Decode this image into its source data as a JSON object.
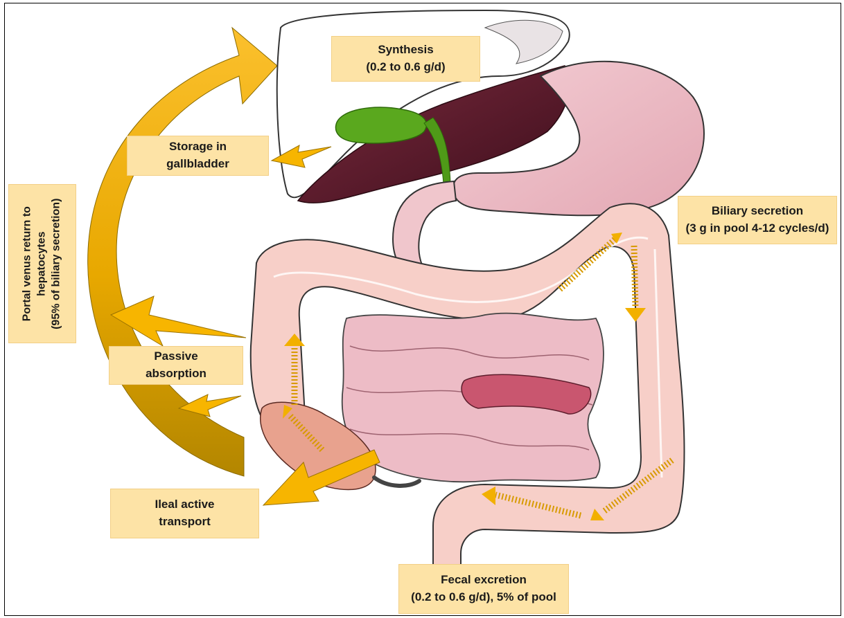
{
  "labels": {
    "synthesis": [
      "Synthesis",
      "(0.2 to 0.6 g/d)"
    ],
    "storage": [
      "Storage in",
      "gallbladder"
    ],
    "biliary": [
      "Biliary secretion",
      "(3 g in pool 4-12 cycles/d)"
    ],
    "portal": [
      "Portal venus return to",
      "hepatocytes",
      "(95% of biliary secretion)"
    ],
    "passive": [
      "Passive",
      "absorption"
    ],
    "ileal": [
      "Ileal active",
      "transport"
    ],
    "fecal": [
      "Fecal  excretion",
      "(0.2 to 0.6 g/d), 5% of pool"
    ]
  },
  "colors": {
    "label_fill": "#fde3a6",
    "arrow_gold": "#f7b500",
    "arrow_dark_gold": "#c29600",
    "liver": "#5c1a2b",
    "gallbladder": "#5aa81e",
    "intestine": "#f0c3c6",
    "colon": "#f6c9c3"
  }
}
